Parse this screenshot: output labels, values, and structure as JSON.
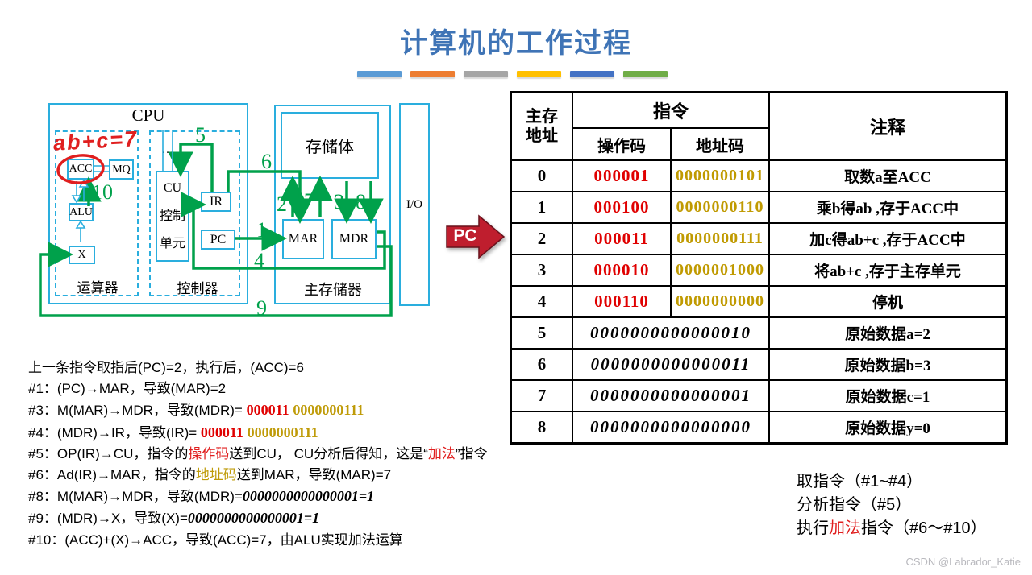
{
  "title": "计算机的工作过程",
  "accent_bar_colors": [
    "#5b9bd5",
    "#ed7d31",
    "#a5a5a5",
    "#ffc000",
    "#4472c4",
    "#70ad47"
  ],
  "colors": {
    "title_blue": "#3f74b6",
    "diagram_cyan": "#2aaede",
    "diagram_green": "#00a14b",
    "opcode_red": "#e00000",
    "addrcode_gold": "#c09a00",
    "handwriting_red": "#e01f1f",
    "pointer_red": "#bf1e2e"
  },
  "diagram": {
    "cpu": "CPU",
    "arith_label": "运算器",
    "ctrl_label": "控制器",
    "acc": "ACC",
    "mq": "MQ",
    "alu": "ALU",
    "x_reg": "X",
    "cu_l1": "CU",
    "cu_l2": "控制",
    "cu_l3": "单元",
    "ir": "IR",
    "pc": "PC",
    "mem_label": "主存储器",
    "storage": "存储体",
    "mar": "MAR",
    "mdr": "MDR",
    "io": "I/O",
    "dots": "…",
    "handwriting": "ab+c=7",
    "pc_pointer": "PC",
    "nums": {
      "n1": "1",
      "n2": "2",
      "n3": "3",
      "n4": "4",
      "n5": "5",
      "n6": "6",
      "n7": "7",
      "n8": "8",
      "n9": "9",
      "n10": "10"
    }
  },
  "table": {
    "header": {
      "addr_l1": "主存",
      "addr_l2": "地址",
      "instr": "指令",
      "opcode": "操作码",
      "addrcode": "地址码",
      "comment": "注释"
    },
    "rows": [
      {
        "addr": "0",
        "opcode": "000001",
        "addrcode": "0000000101",
        "comment": "取数a至ACC"
      },
      {
        "addr": "1",
        "opcode": "000100",
        "addrcode": "0000000110",
        "comment": "乘b得ab ,存于ACC中"
      },
      {
        "addr": "2",
        "opcode": "000011",
        "addrcode": "0000000111",
        "comment": "加c得ab+c ,存于ACC中"
      },
      {
        "addr": "3",
        "opcode": "000010",
        "addrcode": "0000001000",
        "comment": "将ab+c ,存于主存单元"
      },
      {
        "addr": "4",
        "opcode": "000110",
        "addrcode": "0000000000",
        "comment": "停机"
      },
      {
        "addr": "5",
        "binary": "0000000000000010",
        "comment": "原始数据a=2"
      },
      {
        "addr": "6",
        "binary": "0000000000000011",
        "comment": "原始数据b=3"
      },
      {
        "addr": "7",
        "binary": "0000000000000001",
        "comment": "原始数据c=1"
      },
      {
        "addr": "8",
        "binary": "0000000000000000",
        "comment": "原始数据y=0"
      }
    ]
  },
  "notes": {
    "lines": [
      {
        "segs": [
          {
            "t": "上一条指令取指后(PC)=2，执行后，(ACC)=6"
          }
        ]
      },
      {
        "segs": [
          {
            "t": "#1：(PC)→MAR，导致(MAR)=2"
          }
        ]
      },
      {
        "segs": [
          {
            "t": "#3：M(MAR)→MDR，导致(MDR)= "
          },
          {
            "t": "000011"
          },
          {
            "t": " "
          },
          {
            "t": "0000000111"
          }
        ]
      },
      {
        "segs": [
          {
            "t": "#4：(MDR)→IR，导致(IR)= "
          },
          {
            "t": "000011"
          },
          {
            "t": " "
          },
          {
            "t": "0000000111"
          }
        ]
      },
      {
        "segs": [
          {
            "t": "#5：OP(IR)→CU，指令的"
          },
          {
            "t": "操作码"
          },
          {
            "t": "送到CU， CU分析后得知，这是“"
          },
          {
            "t": "加法"
          },
          {
            "t": "”指令"
          }
        ]
      },
      {
        "segs": [
          {
            "t": "#6：Ad(IR)→MAR，指令的"
          },
          {
            "t": "地址码"
          },
          {
            "t": "送到MAR，导致(MAR)=7"
          }
        ]
      },
      {
        "segs": [
          {
            "t": "#8：M(MAR)→MDR，导致(MDR)="
          },
          {
            "t": "0000000000000001=1"
          }
        ]
      },
      {
        "segs": [
          {
            "t": "#9：(MDR)→X，导致(X)="
          },
          {
            "t": "0000000000000001=1"
          }
        ]
      },
      {
        "segs": [
          {
            "t": "#10：(ACC)+(X)→ACC，导致(ACC)=7，由ALU实现加法运算"
          }
        ]
      }
    ]
  },
  "summary": {
    "lines": [
      {
        "segs": [
          {
            "t": "取指令（#1~#4）"
          }
        ]
      },
      {
        "segs": [
          {
            "t": "分析指令（#5）"
          }
        ]
      },
      {
        "segs": [
          {
            "t": "执行"
          },
          {
            "t": "加法"
          },
          {
            "t": "指令（#6～#10）"
          }
        ]
      }
    ]
  },
  "watermark": "CSDN @Labrador_Katie"
}
